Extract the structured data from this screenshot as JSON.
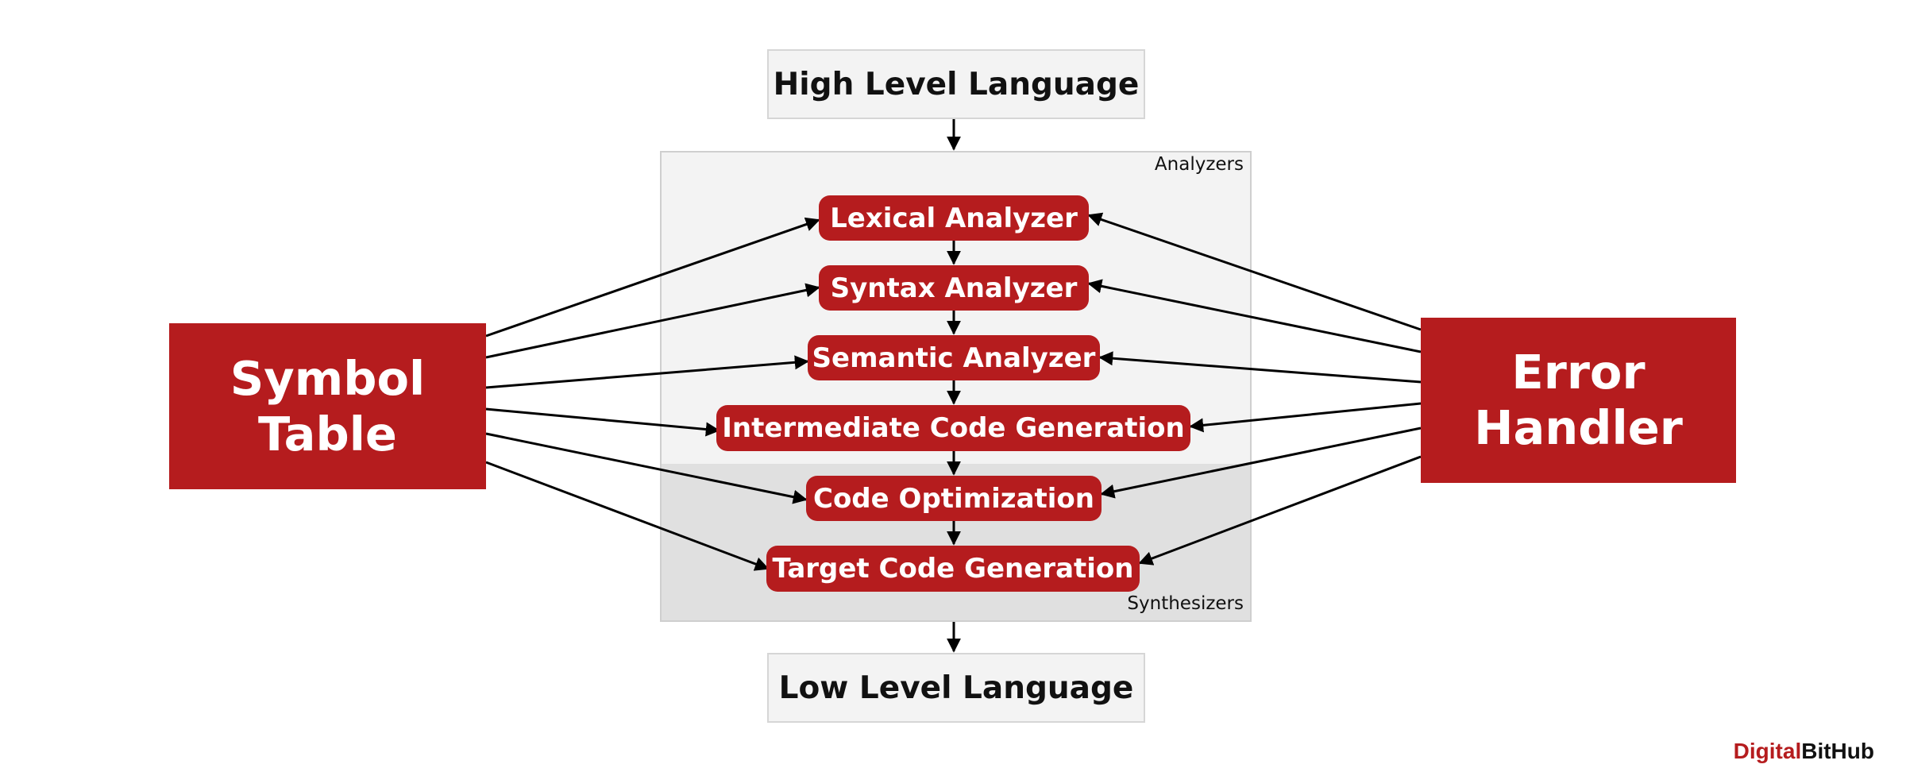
{
  "top": {
    "label": "High Level Language"
  },
  "bottom": {
    "label": "Low Level Language"
  },
  "regions": {
    "analyzers": "Analyzers",
    "synthesizers": "Synthesizers"
  },
  "stages": [
    "Lexical Analyzer",
    "Syntax Analyzer",
    "Semantic Analyzer",
    "Intermediate Code Generation",
    "Code Optimization",
    "Target Code Generation"
  ],
  "symbol_table": {
    "line1": "Symbol",
    "line2": "Table"
  },
  "error_handler": {
    "line1": "Error",
    "line2": "Handler"
  },
  "brand": {
    "part1": "Digital",
    "part2": "BitHub"
  },
  "colors": {
    "red": "#b51c1e",
    "light": "#f3f3f3",
    "mid": "#e0e0e0"
  }
}
